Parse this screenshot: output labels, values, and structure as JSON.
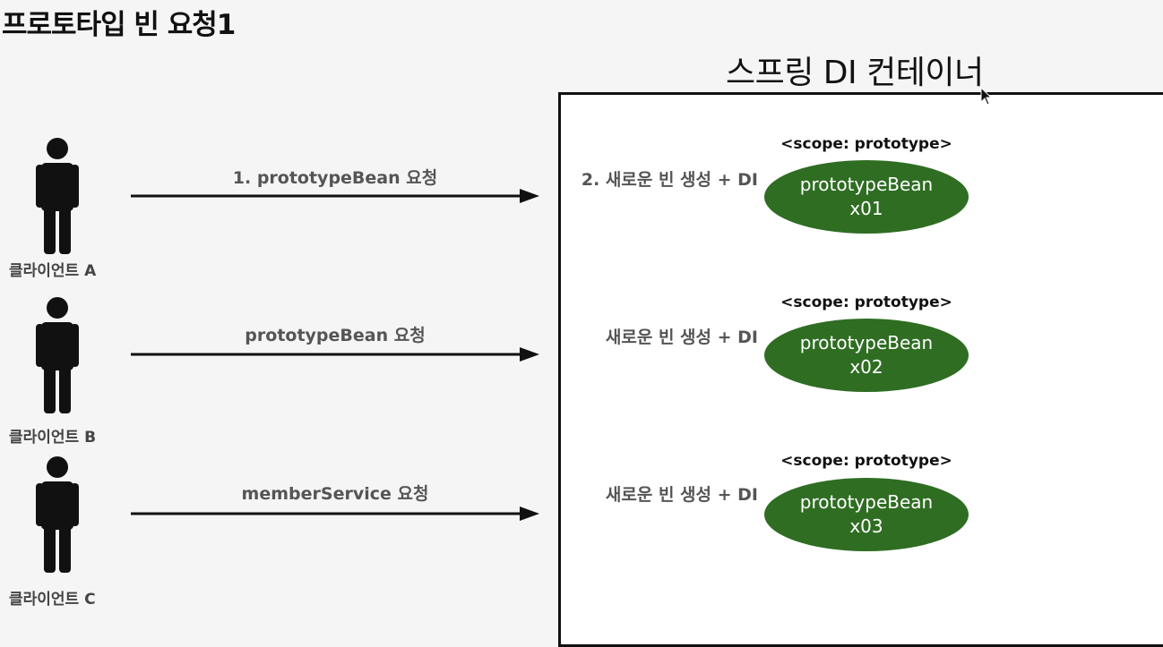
{
  "page_title": "프로토타입 빈 요청1",
  "container_title": "스프링 DI 컨테이너",
  "rows": [
    {
      "client_label": "클라이언트 A",
      "request_label": "1. prototypeBean 요청",
      "create_label": "2. 새로운 빈 생성 + DI",
      "scope_label": "<scope: prototype>",
      "bean_name": "prototypeBean",
      "bean_id": "x01"
    },
    {
      "client_label": "클라이언트 B",
      "request_label": "prototypeBean 요청",
      "create_label": "새로운 빈 생성 + DI",
      "scope_label": "<scope: prototype>",
      "bean_name": "prototypeBean",
      "bean_id": "x02"
    },
    {
      "client_label": "클라이언트 C",
      "request_label": "memberService 요청",
      "create_label": "새로운 빈 생성 + DI",
      "scope_label": "<scope: prototype>",
      "bean_name": "prototypeBean",
      "bean_id": "x03"
    }
  ],
  "colors": {
    "bean_fill": "#2f6d23",
    "text_dark": "#111111",
    "text_gray": "#555555"
  }
}
